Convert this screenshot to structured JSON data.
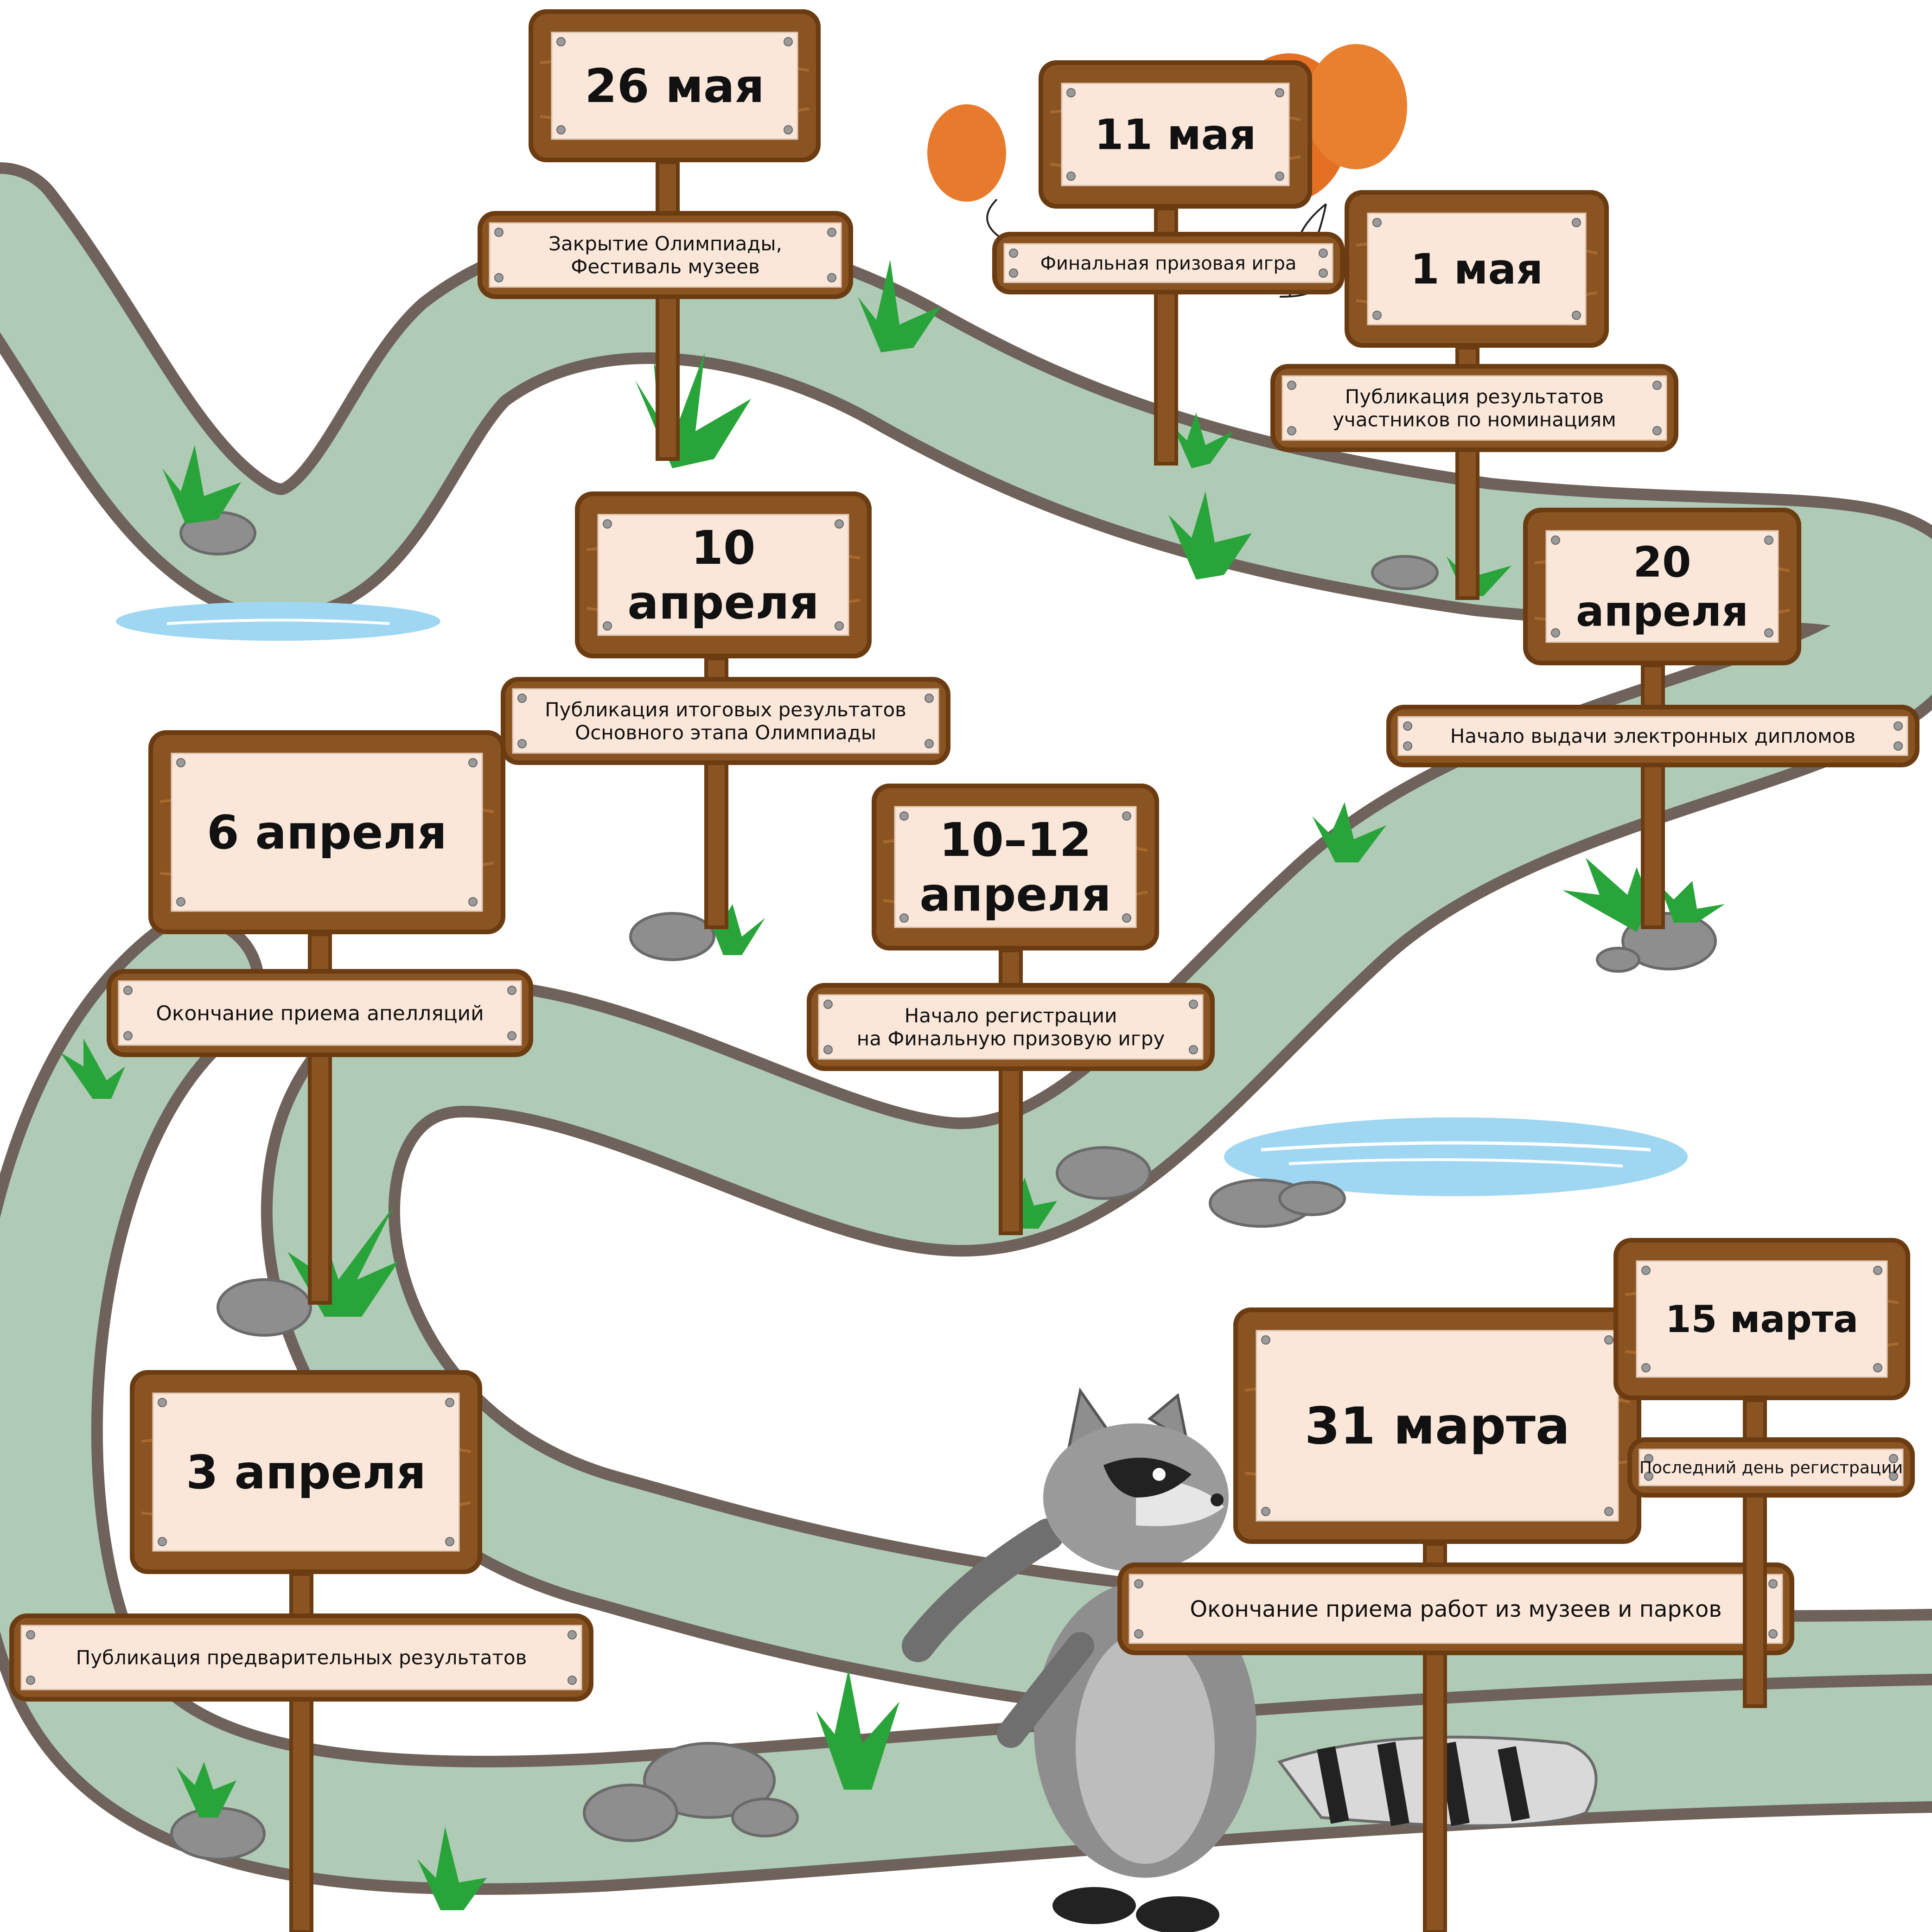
{
  "colors": {
    "path_fill": "#afcab5",
    "path_border": "#6e625a",
    "wood_dark": "#6b3c12",
    "wood_mid": "#8a5322",
    "wood_light": "#a8692f",
    "plaque": "#fbe7d9",
    "grass": "#28a43a",
    "stone": "#8e8e8e",
    "water": "#9fd7f3",
    "balloon": "#e87a2e"
  },
  "milestones": [
    {
      "date_lines": [
        "26 мая"
      ],
      "event_lines": [
        "Закрытие Олимпиады,",
        "Фестиваль музеев"
      ]
    },
    {
      "date_lines": [
        "11 мая"
      ],
      "event_lines": [
        "Финальная призовая игра"
      ]
    },
    {
      "date_lines": [
        "1 мая"
      ],
      "event_lines": [
        "Публикация результатов",
        "участников по номинациям"
      ]
    },
    {
      "date_lines": [
        "20",
        "апреля"
      ],
      "event_lines": [
        "Начало выдачи электронных дипломов"
      ]
    },
    {
      "date_lines": [
        "10",
        "апреля"
      ],
      "event_lines": [
        "Публикация итоговых результатов",
        "Основного этапа Олимпиады"
      ]
    },
    {
      "date_lines": [
        "6 апреля"
      ],
      "event_lines": [
        "Окончание приема апелляций"
      ]
    },
    {
      "date_lines": [
        "10–12",
        "апреля"
      ],
      "event_lines": [
        "Начало регистрации",
        "на Финальную призовую игру"
      ]
    },
    {
      "date_lines": [
        "3 апреля"
      ],
      "event_lines": [
        "Публикация предварительных результатов"
      ]
    },
    {
      "date_lines": [
        "31 марта"
      ],
      "event_lines": [
        "Окончание приема работ из музеев и парков"
      ]
    },
    {
      "date_lines": [
        "15 марта"
      ],
      "event_lines": [
        "Последний день регистрации"
      ]
    }
  ]
}
